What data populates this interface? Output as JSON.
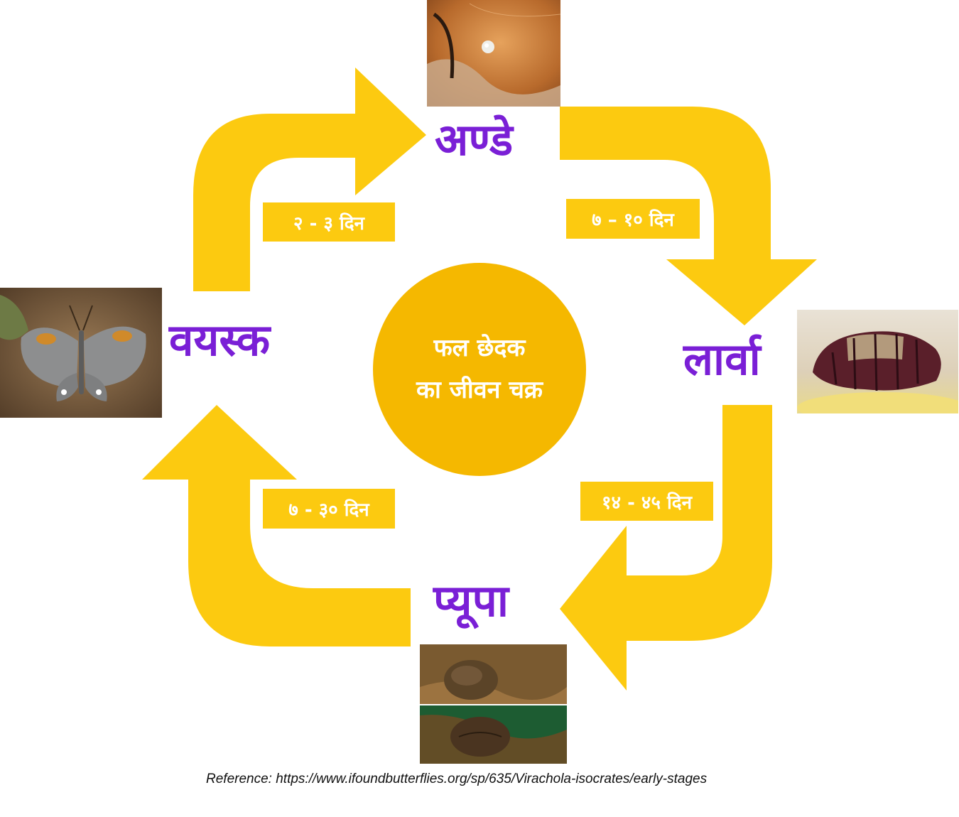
{
  "center": {
    "line1": "फल छेदक",
    "line2": "का जीवन चक्र"
  },
  "stages": {
    "egg": {
      "label": "अण्डे",
      "image_icon": "egg-photo"
    },
    "larva": {
      "label": "लार्वा",
      "image_icon": "larva-photo"
    },
    "pupa": {
      "label": "प्यूपा",
      "image_icon": "pupa-photo"
    },
    "adult": {
      "label": "वयस्क",
      "image_icon": "butterfly-photo"
    }
  },
  "durations": {
    "adult_to_egg": "२ - ३ दिन",
    "egg_to_larva": "७ – १० दिन",
    "larva_to_pupa": "१४ - ४५ दिन",
    "pupa_to_adult": "७ - ३० दिन"
  },
  "reference": "Reference: https://www.ifoundbutterflies.org/sp/635/Virachola-isocrates/early-stages",
  "colors": {
    "arrow": "#fcca10",
    "circle": "#f5b800",
    "label": "#7a1fd6",
    "text_on_yellow": "#ffffff"
  }
}
